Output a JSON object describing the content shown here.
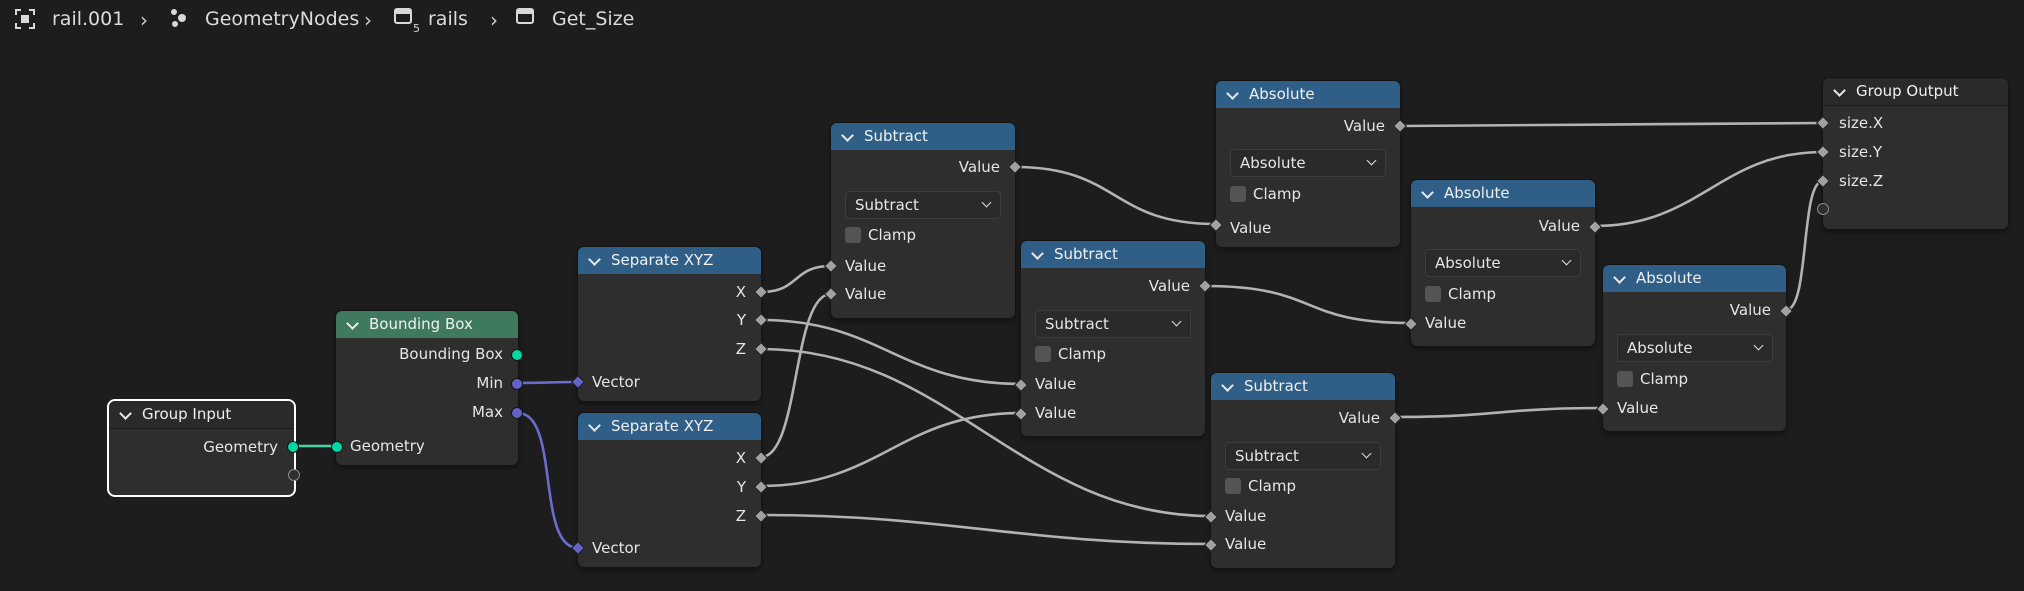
{
  "breadcrumb": {
    "object": "rail.001",
    "modifier": "GeometryNodes",
    "group1": "rails",
    "group1_badge": "5",
    "group2": "Get_Size"
  },
  "colors": {
    "math_header": "#2f5f86",
    "geometry_header": "#3f7a5e",
    "link": "#b3b3b3",
    "geometry_socket": "#00d6a3",
    "vector_socket": "#6363c7",
    "background": "#1d1d1d"
  },
  "nodes": {
    "group_input": {
      "title": "Group Input",
      "out_geometry": "Geometry"
    },
    "bounding_box": {
      "title": "Bounding Box",
      "out_bbox": "Bounding Box",
      "out_min": "Min",
      "out_max": "Max",
      "in_geometry": "Geometry"
    },
    "sep1": {
      "title": "Separate XYZ",
      "x": "X",
      "y": "Y",
      "z": "Z",
      "vector": "Vector"
    },
    "sep2": {
      "title": "Separate XYZ",
      "x": "X",
      "y": "Y",
      "z": "Z",
      "vector": "Vector"
    },
    "sub1": {
      "title": "Subtract",
      "out": "Value",
      "op": "Subtract",
      "clamp": "Clamp",
      "in1": "Value",
      "in2": "Value"
    },
    "sub2": {
      "title": "Subtract",
      "out": "Value",
      "op": "Subtract",
      "clamp": "Clamp",
      "in1": "Value",
      "in2": "Value"
    },
    "sub3": {
      "title": "Subtract",
      "out": "Value",
      "op": "Subtract",
      "clamp": "Clamp",
      "in1": "Value",
      "in2": "Value"
    },
    "abs1": {
      "title": "Absolute",
      "out": "Value",
      "op": "Absolute",
      "clamp": "Clamp",
      "in1": "Value"
    },
    "abs2": {
      "title": "Absolute",
      "out": "Value",
      "op": "Absolute",
      "clamp": "Clamp",
      "in1": "Value"
    },
    "abs3": {
      "title": "Absolute",
      "out": "Value",
      "op": "Absolute",
      "clamp": "Clamp",
      "in1": "Value"
    },
    "group_output": {
      "title": "Group Output",
      "size_x": "size.X",
      "size_y": "size.Y",
      "size_z": "size.Z"
    }
  }
}
